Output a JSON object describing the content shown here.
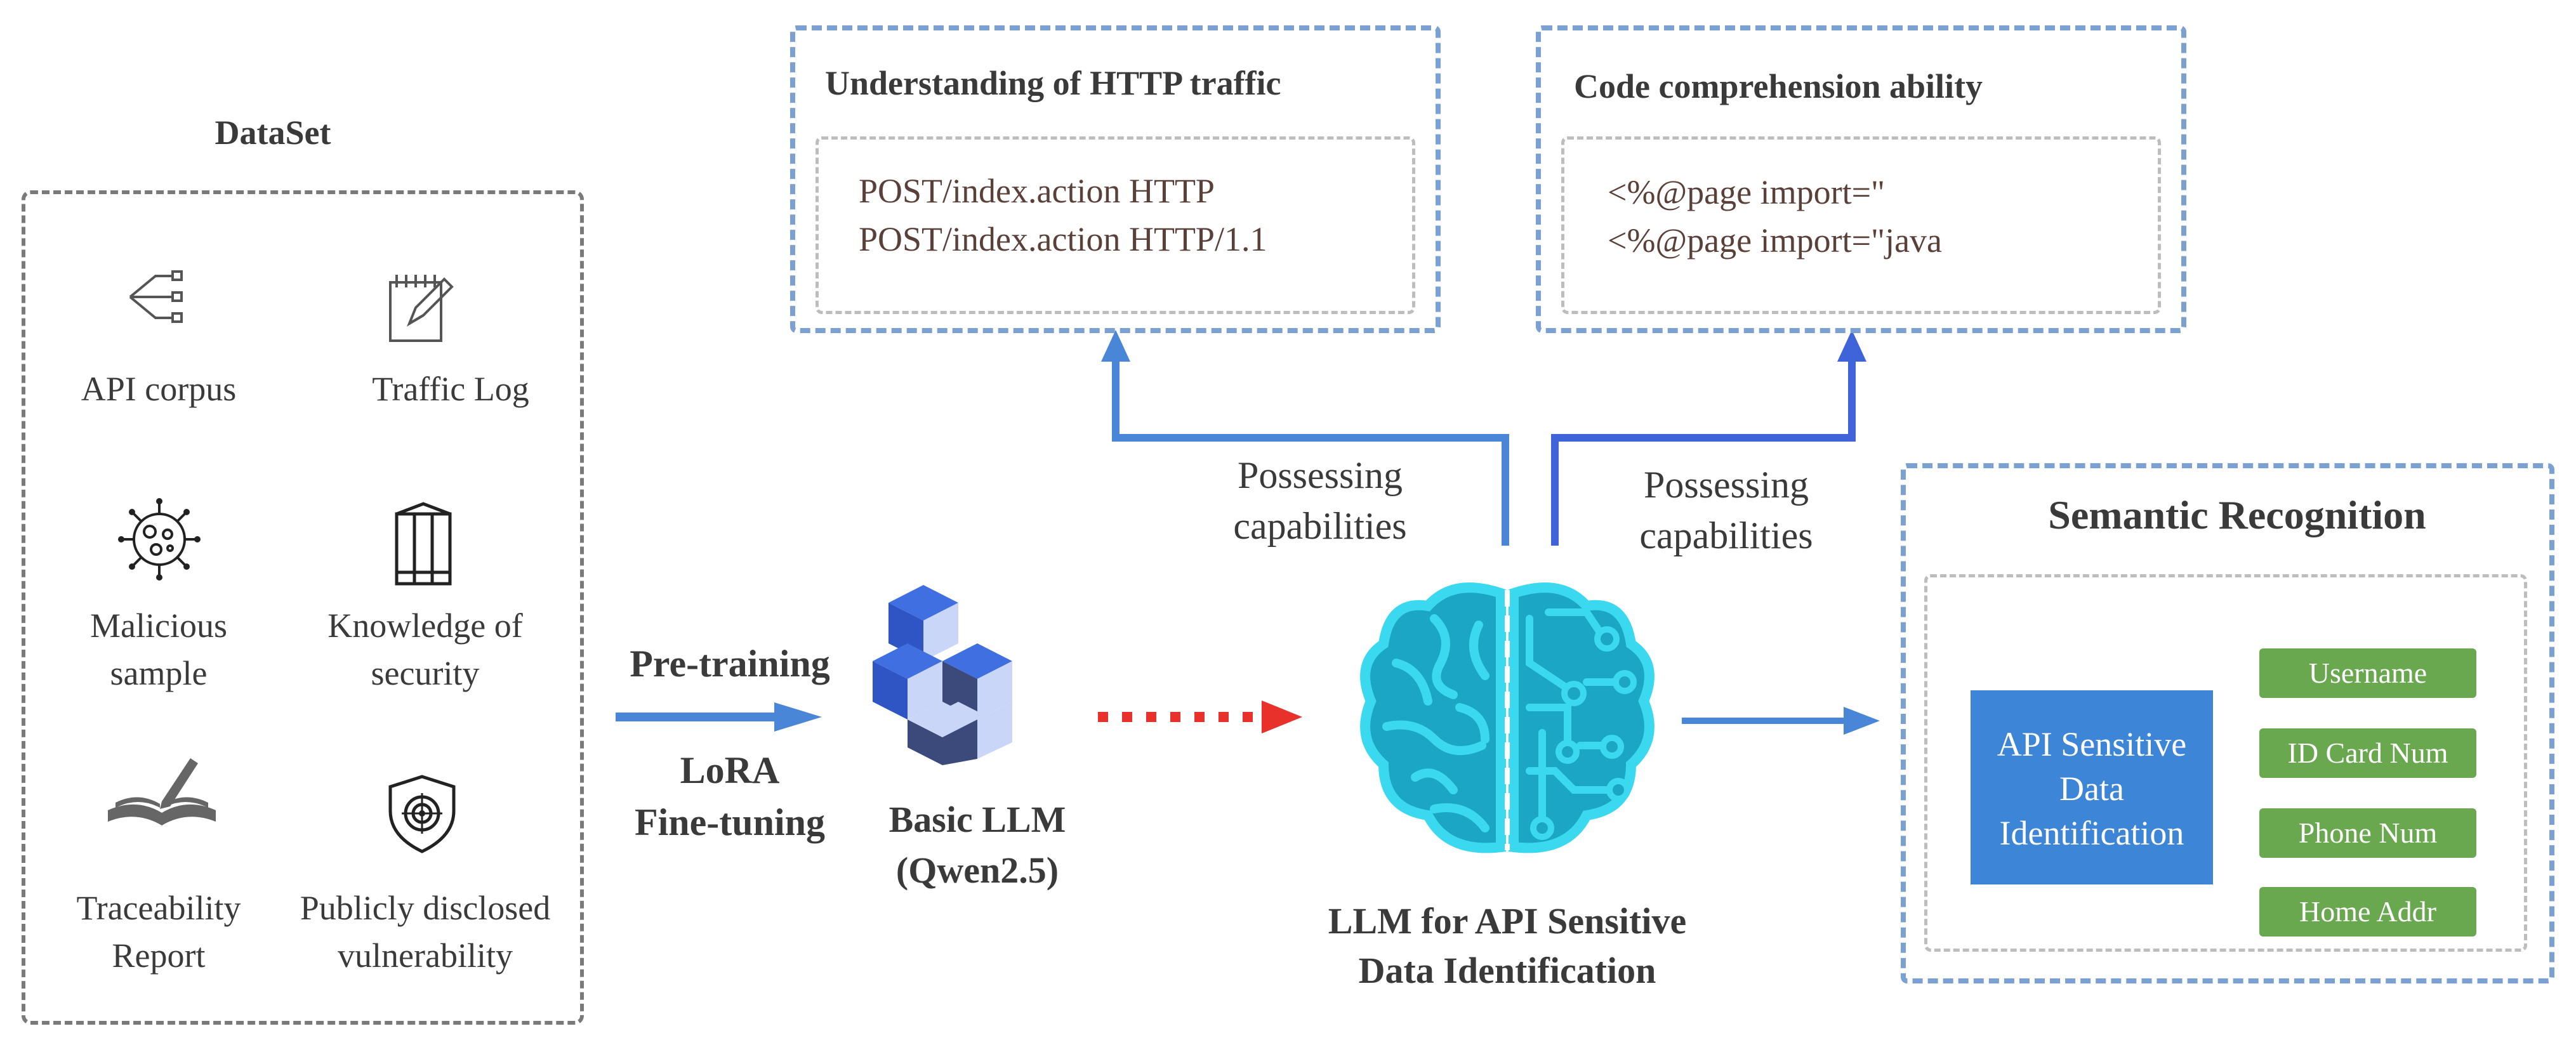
{
  "dataset": {
    "title": "DataSet",
    "items": [
      {
        "icon": "tree-icon",
        "lines": [
          "API corpus"
        ]
      },
      {
        "icon": "edit-log-icon",
        "lines": [
          "Traffic Log"
        ]
      },
      {
        "icon": "virus-icon",
        "lines": [
          "Malicious",
          "sample"
        ]
      },
      {
        "icon": "books-icon",
        "lines": [
          "Knowledge of",
          "security"
        ]
      },
      {
        "icon": "open-book-pen-icon",
        "lines": [
          "Traceability",
          "Report"
        ]
      },
      {
        "icon": "shield-target-icon",
        "lines": [
          "Publicly disclosed",
          "vulnerability"
        ]
      }
    ]
  },
  "training": {
    "pretraining": "Pre-training",
    "lora_line1": "LoRA",
    "lora_line2": "Fine-tuning"
  },
  "basic_llm": {
    "line1": "Basic LLM",
    "line2": "(Qwen2.5)"
  },
  "llm_api": {
    "line1": "LLM for API Sensitive",
    "line2": "Data Identification"
  },
  "capabilities": {
    "left_line1": "Possessing",
    "left_line2": "capabilities",
    "right_line1": "Possessing",
    "right_line2": "capabilities"
  },
  "http_box": {
    "title": "Understanding of HTTP traffic",
    "lines": [
      "POST/index.action HTTP",
      "POST/index.action HTTP/1.1"
    ]
  },
  "code_box": {
    "title": "Code comprehension ability",
    "lines": [
      "<%@page import=\"",
      "<%@page import=\"java"
    ]
  },
  "semantic": {
    "title": "Semantic Recognition",
    "api_box": [
      "API Sensitive",
      "Data",
      "Identification"
    ],
    "chips": [
      "Username",
      "ID Card Num",
      "Phone Num",
      "Home Addr"
    ]
  },
  "colors": {
    "arrow_blue": "#4a86d8",
    "arrow_red": "#e8312a",
    "chip_green": "#6aa84f",
    "api_blue": "#3d85d6",
    "brain_teal": "#1aa6c4",
    "cube_blue": "#3f6fe0"
  }
}
